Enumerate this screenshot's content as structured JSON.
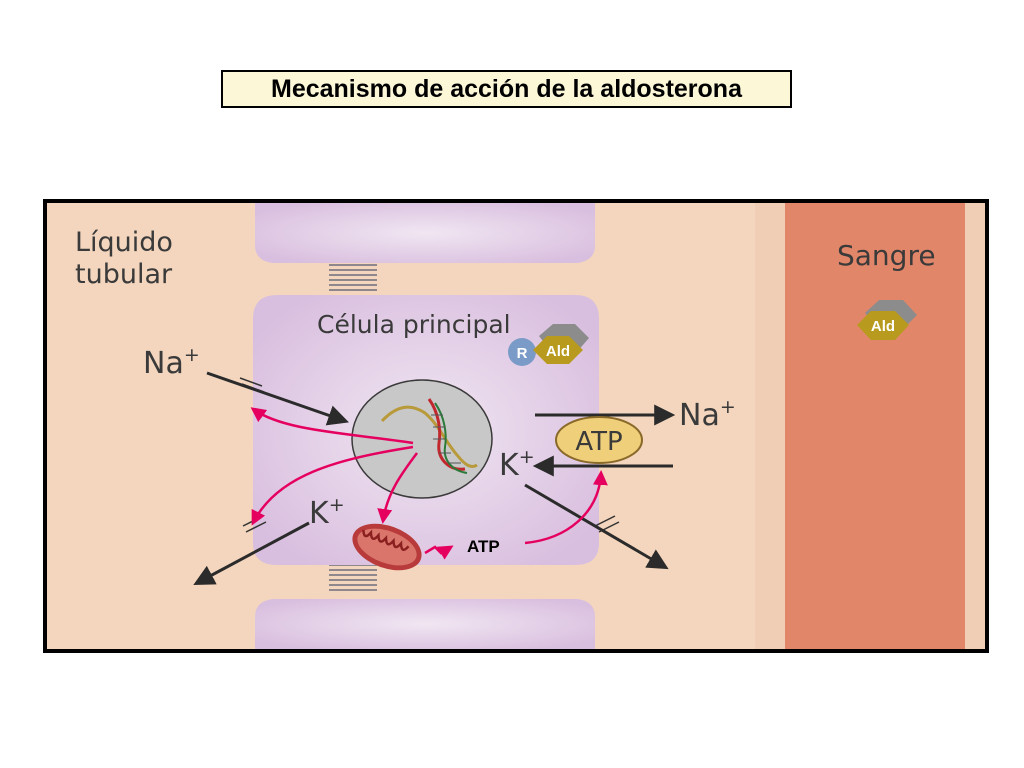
{
  "title": "Mecanismo de acción de la aldosterona",
  "diagram": {
    "regions": {
      "tubular_fluid": "Líquido tubular",
      "blood": "Sangre",
      "cell": "Célula principal"
    },
    "ions": {
      "na_lumen": "Na",
      "na_lumen_charge": "+",
      "k_lumen": "K",
      "k_lumen_charge": "+",
      "na_blood": "Na",
      "na_blood_charge": "+",
      "k_basolateral": "K",
      "k_basolateral_charge": "+"
    },
    "pump_label": "ATP",
    "mitochondria_atp": "ATP",
    "receptor_label": "R",
    "aldosterone_cell": "Ald",
    "aldosterone_blood": "Ald"
  },
  "colors": {
    "tubular": "#f3d6bd",
    "cell": "#e6d4ea",
    "blood": "#e2866a",
    "pathway": "#e5005f",
    "hormone": "#b79a1e",
    "receptor": "#7a9bc8",
    "pump": "#f0cf7a",
    "mitochondrion": "#b83a3a"
  }
}
